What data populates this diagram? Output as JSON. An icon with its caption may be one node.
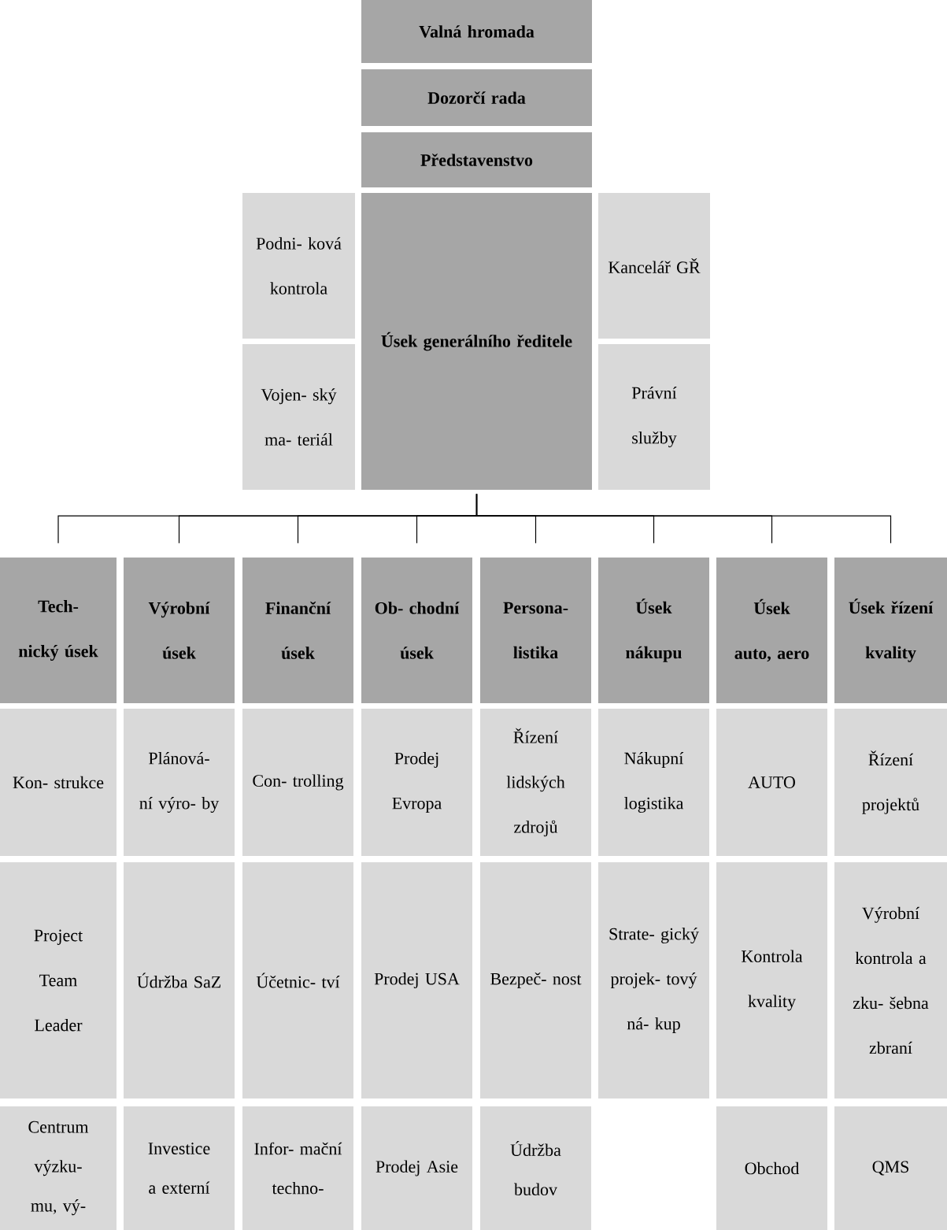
{
  "diagram": {
    "nodes": [
      {
        "text": [
          "Valná hromada"
        ]
      },
      {
        "text": [
          "Dozorčí rada"
        ]
      },
      {
        "text": [
          "Představenstvo"
        ]
      },
      {
        "text": [
          "Podni- ková kontrola"
        ]
      },
      {
        "text": [
          "Úsek generálního ředitele"
        ]
      },
      {
        "text": [
          "Kancelář GŘ"
        ]
      },
      {
        "text": [
          "Vojen- ský ma- teriál"
        ]
      },
      {
        "text": [
          "Právní služby"
        ]
      },
      {
        "text": [
          "Tech- nický úsek"
        ]
      },
      {
        "text": [
          "Výrobní úsek"
        ]
      },
      {
        "text": [
          "Finanční úsek"
        ]
      },
      {
        "text": [
          "Ob- chodní úsek"
        ]
      },
      {
        "text": [
          "Persona- listika"
        ]
      },
      {
        "text": [
          "Úsek nákupu"
        ]
      },
      {
        "text": [
          "Úsek auto, aero"
        ]
      },
      {
        "text": [
          "Úsek řízení kvality"
        ]
      },
      {
        "text": [
          "Kon- strukce"
        ]
      },
      {
        "text": [
          "Plánová- ní výro- by"
        ]
      },
      {
        "text": [
          "Con- trolling"
        ]
      },
      {
        "text": [
          "Prodej Evropa"
        ]
      },
      {
        "text": [
          "Řízení lidských zdrojů"
        ]
      },
      {
        "text": [
          "Nákupní logistika"
        ]
      },
      {
        "text": [
          "AUTO"
        ]
      },
      {
        "text": [
          "Řízení projektů"
        ]
      },
      {
        "text": [
          "Project Team Leader"
        ]
      },
      {
        "text": [
          "Údržba SaZ"
        ]
      },
      {
        "text": [
          "Účetnic- tví"
        ]
      },
      {
        "text": [
          "Prodej USA"
        ]
      },
      {
        "text": [
          "Bezpeč- nost"
        ]
      },
      {
        "text": [
          "Strate- gický projek- tový ná- kup"
        ]
      },
      {
        "text": [
          "Kontrola kvality"
        ]
      },
      {
        "text": [
          "Výrobní kontrola a zku- šebna zbraní"
        ]
      },
      {
        "text": [
          "Centrum výzku- mu, vý-"
        ]
      },
      {
        "text": [
          "Investice a externí"
        ]
      },
      {
        "text": [
          "Infor- mační techno-"
        ]
      },
      {
        "text": [
          "Prodej Asie"
        ]
      },
      {
        "text": [
          "Údržba budov"
        ]
      },
      {
        "text": [
          "Obchod"
        ]
      },
      {
        "text": [
          "QMS"
        ]
      }
    ],
    "edges": [
      {
        "from": 4,
        "to": 8,
        "arrow": "none"
      },
      {
        "from": 4,
        "to": 9,
        "arrow": "none"
      },
      {
        "from": 4,
        "to": 10,
        "arrow": "none"
      },
      {
        "from": 4,
        "to": 11,
        "arrow": "none"
      },
      {
        "from": 4,
        "to": 12,
        "arrow": "none"
      },
      {
        "from": 4,
        "to": 13,
        "arrow": "none"
      },
      {
        "from": 4,
        "to": 14,
        "arrow": "none"
      },
      {
        "from": 4,
        "to": 15,
        "arrow": "none"
      }
    ]
  }
}
